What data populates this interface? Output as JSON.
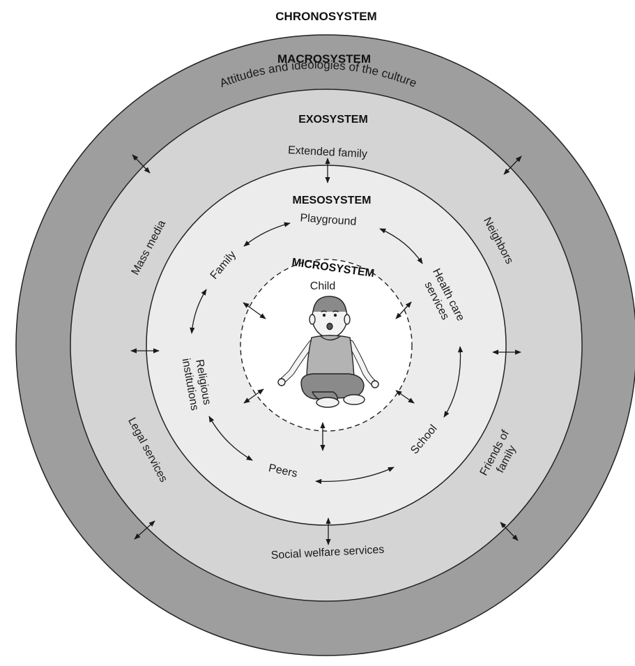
{
  "chronosystem": {
    "title": "CHRONOSYSTEM"
  },
  "macrosystem": {
    "title": "MACROSYSTEM",
    "description": "Attitudes and ideologies of the culture",
    "color": "#9e9e9e"
  },
  "exosystem": {
    "title": "EXOSYSTEM",
    "color": "#d4d4d4",
    "items": {
      "extended_family": "Extended family",
      "mass_media": "Mass media",
      "neighbors": "Neighbors",
      "legal_services": "Legal services",
      "social_welfare": "Social welfare services",
      "friends_of_family_1": "Friends of",
      "friends_of_family_2": "family"
    }
  },
  "mesosystem": {
    "title": "MESOSYSTEM",
    "color": "#ececec",
    "items": {
      "playground": "Playground",
      "family": "Family",
      "health_1": "Health care",
      "health_2": "services",
      "religious_1": "Religious",
      "religious_2": "institutions",
      "school": "School",
      "peers": "Peers"
    }
  },
  "microsystem": {
    "title": "MICROSYSTEM",
    "child": "Child",
    "color": "#ffffff"
  },
  "icons": {
    "child": "baby-illustration-icon",
    "arrow": "double-headed-arrow-icon"
  }
}
